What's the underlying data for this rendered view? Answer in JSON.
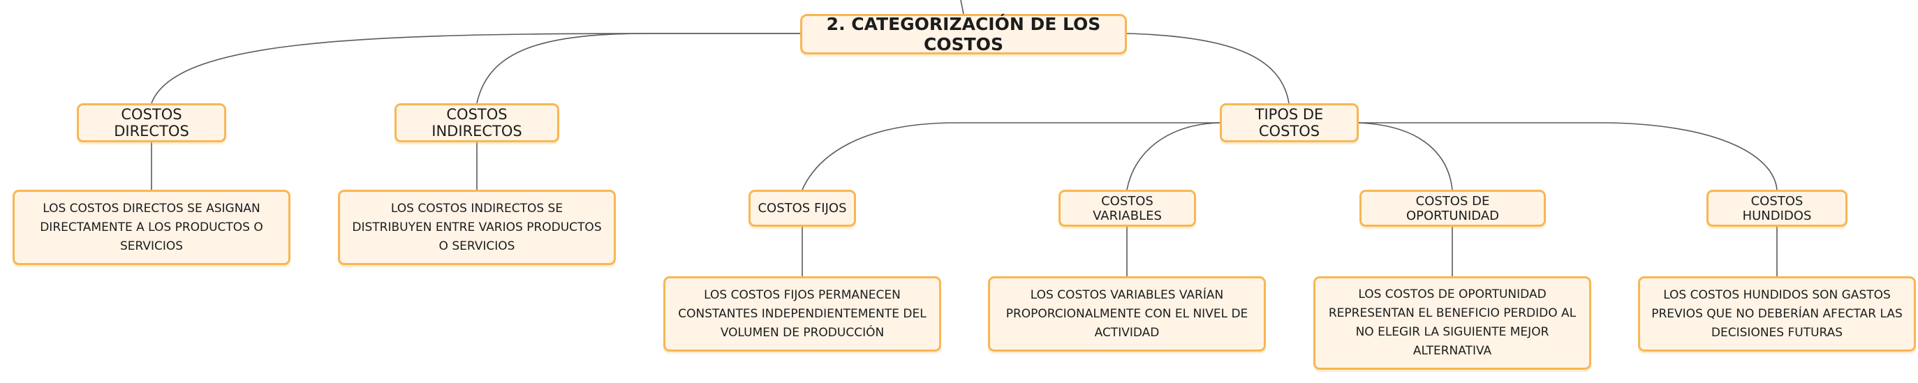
{
  "root": {
    "label": "2. CATEGORIZACIÓN DE LOS COSTOS"
  },
  "branches": {
    "directos": {
      "label": "COSTOS DIRECTOS",
      "description": "LOS COSTOS DIRECTOS SE ASIGNAN DIRECTAMENTE A LOS PRODUCTOS O SERVICIOS"
    },
    "indirectos": {
      "label": "COSTOS INDIRECTOS",
      "description": "LOS COSTOS INDIRECTOS SE DISTRIBUYEN ENTRE VARIOS PRODUCTOS O SERVICIOS"
    },
    "tipos": {
      "label": "TIPOS DE COSTOS",
      "children": {
        "fijos": {
          "label": "COSTOS FIJOS",
          "description": "LOS COSTOS FIJOS PERMANECEN CONSTANTES INDEPENDIENTEMENTE DEL VOLUMEN DE PRODUCCIÓN"
        },
        "variables": {
          "label": "COSTOS VARIABLES",
          "description": "LOS COSTOS VARIABLES VARÍAN PROPORCIONALMENTE CON EL NIVEL DE ACTIVIDAD"
        },
        "oportunidad": {
          "label": "COSTOS DE OPORTUNIDAD",
          "description": "LOS COSTOS DE OPORTUNIDAD REPRESENTAN EL BENEFICIO PERDIDO AL NO ELEGIR LA SIGUIENTE MEJOR ALTERNATIVA"
        },
        "hundidos": {
          "label": "COSTOS HUNDIDOS",
          "description": "LOS COSTOS HUNDIDOS SON GASTOS PREVIOS QUE NO DEBERÍAN AFECTAR LAS DECISIONES FUTURAS"
        }
      }
    }
  },
  "colors": {
    "node_fill": "#fff4e6",
    "node_border": "#f8b653",
    "connector": "#5a5a5a",
    "text": "#1c1c1c"
  }
}
